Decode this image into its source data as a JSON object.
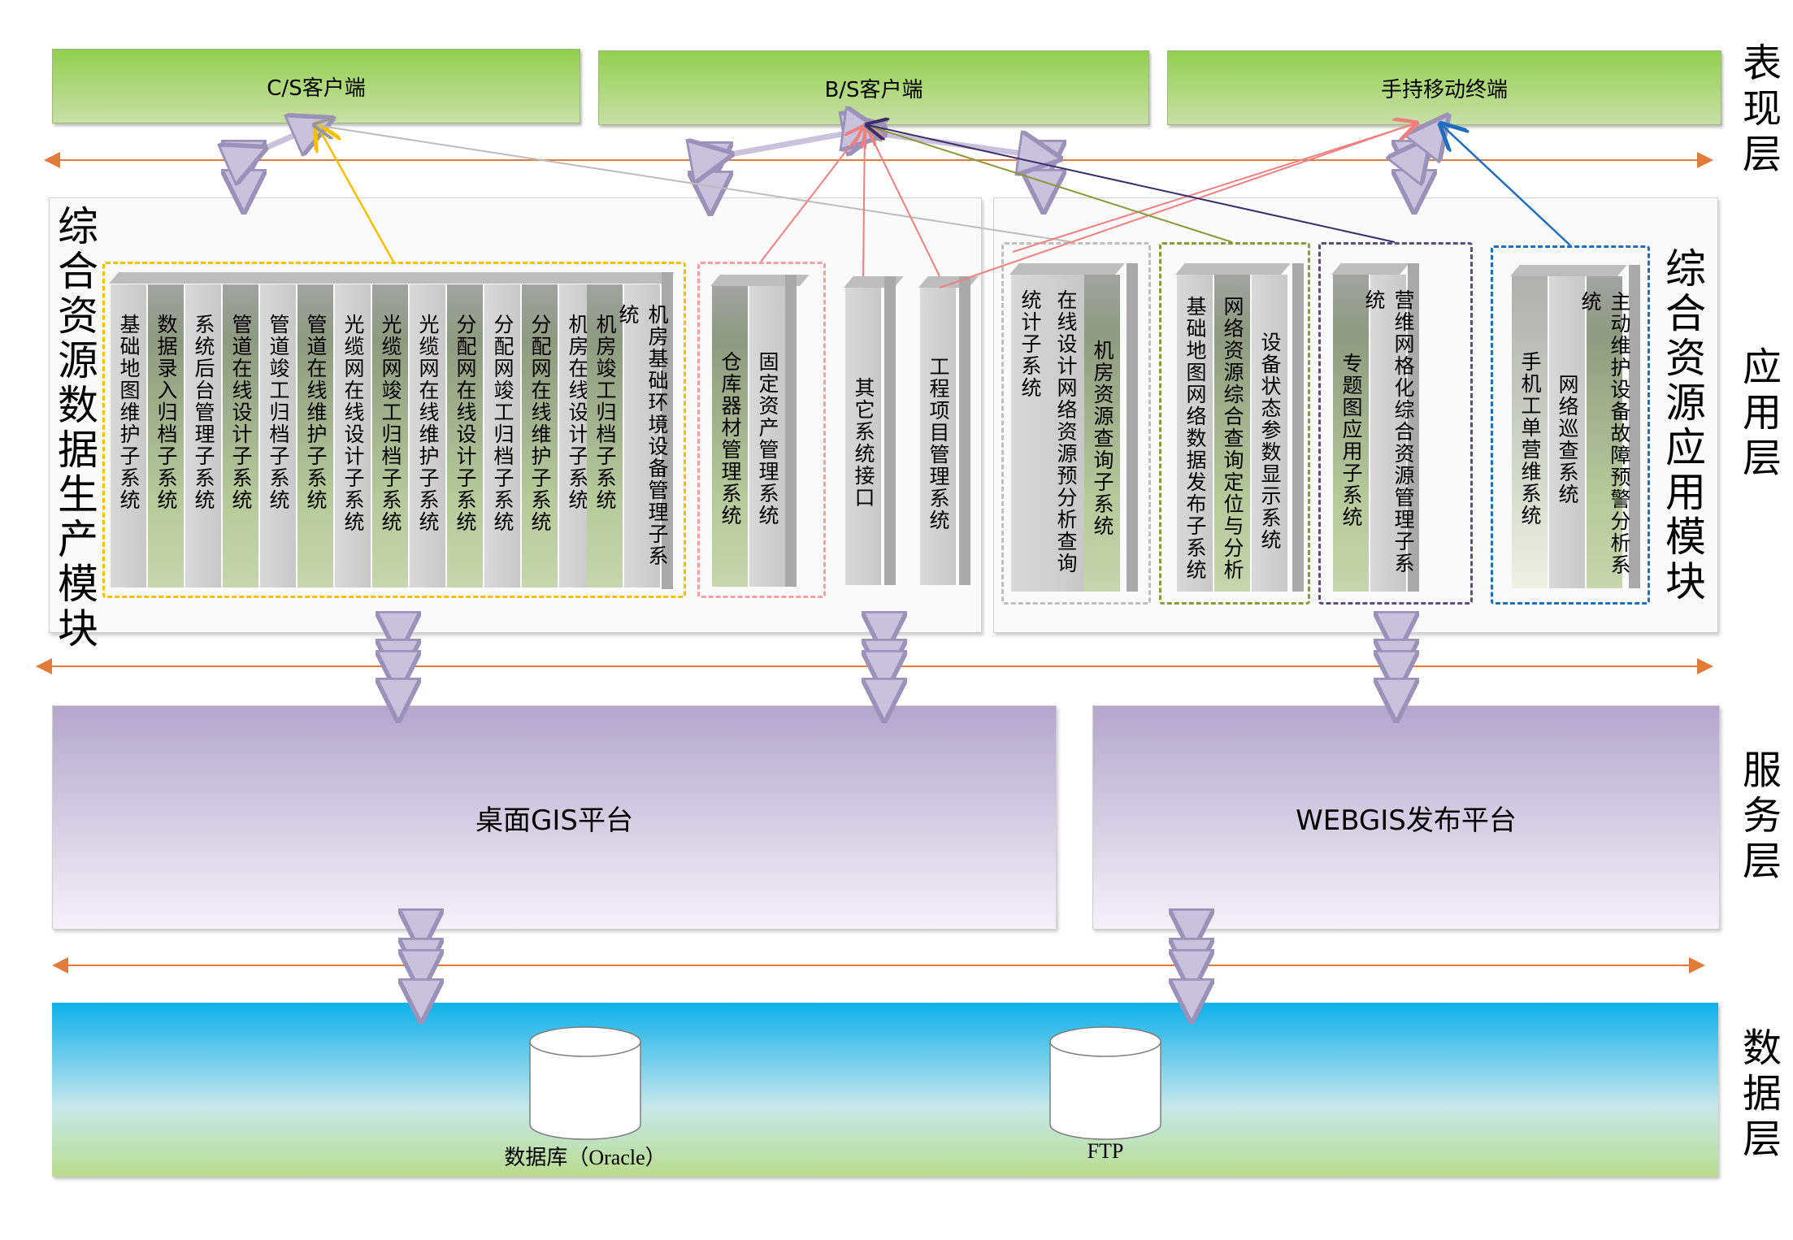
{
  "presentation": {
    "cs_client": "C/S客户端",
    "bs_client": "B/S客户端",
    "mobile": "手持移动终端"
  },
  "layers": {
    "presentation": "表现层",
    "application": "应用层",
    "service": "服务层",
    "data": "数据层"
  },
  "production_module": {
    "title": "综合资源数据生产模块",
    "group1": [
      "基础地图维护子系统",
      "数据录入归档子系统",
      "系统后台管理子系统",
      "管道在线设计子系统",
      "管道竣工归档子系统",
      "管道在线维护子系统",
      "光缆网在线设计子系统",
      "光缆网竣工归档子系统",
      "光缆网在线维护子系统",
      "分配网在线设计子系统",
      "分配网竣工归档子系统",
      "分配网在线维护子系统",
      "机房在线设计子系统",
      "机房竣工归档子系统",
      "机房基础环境设备管理子系统"
    ],
    "group2": [
      "仓库器材管理系统",
      "固定资产管理系统"
    ],
    "other_interface": "其它系统接口",
    "project_mgmt": "工程项目管理系统"
  },
  "application_module": {
    "title": "综合资源应用模块",
    "group_a": [
      "在线设计网络资源预分析查询统计子系统",
      "机房资源查询子系统"
    ],
    "group_b": [
      "基础地图网络数据发布子系统",
      "网络资源综合查询定位与分析",
      "设备状态参数显示系统"
    ],
    "group_c": [
      "专题图应用子系统",
      "营维网格化综合资源管理子系统"
    ],
    "group_d": [
      "手机工单营维系统",
      "网络巡查系统",
      "主动维护设备故障预警分析系统"
    ]
  },
  "service": {
    "desktop_gis": "桌面GIS平台",
    "webgis": "WEBGIS发布平台"
  },
  "data": {
    "database": "数据库（Oracle）",
    "ftp": "FTP"
  },
  "colors": {
    "green_top": "#92d050",
    "purple": "#b3a7cc",
    "blue": "#0db0ea",
    "orange_line": "#e07b39",
    "yellow_dash": "#f5c000",
    "pink_dash": "#f08080",
    "gray_dash": "#bfbfbf",
    "olive_dash": "#8a9a3a",
    "navy_dash": "#5c4d7d",
    "blue_dash": "#1f6fc0"
  }
}
